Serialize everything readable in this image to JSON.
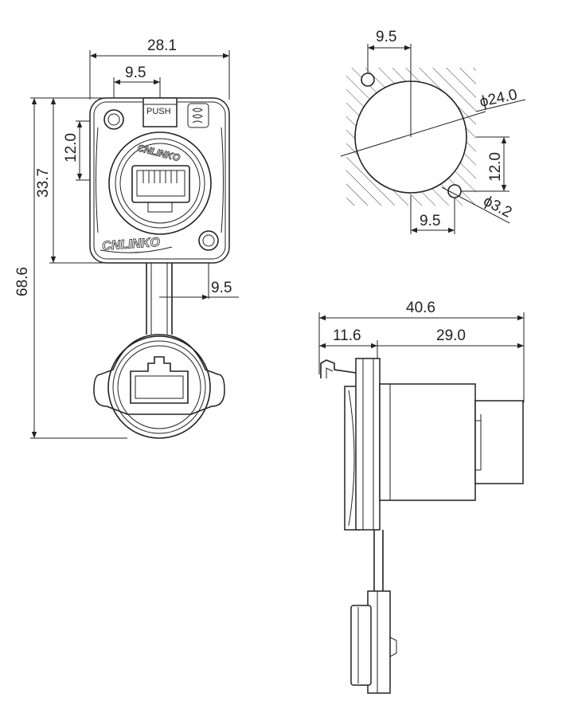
{
  "dimensions": {
    "front": {
      "width_total": "28.1",
      "hole_spacing_top": "9.5",
      "vertical_offset": "12.0",
      "flange_height": "33.7",
      "total_height": "68.6",
      "hole_spacing_bottom": "9.5"
    },
    "cutout": {
      "hole_offset_top": "9.5",
      "main_diameter": "ϕ24.0",
      "vertical_offset": "12.0",
      "small_diameter": "ϕ3.2",
      "hole_offset_bottom": "9.5"
    },
    "side": {
      "total_length": "40.6",
      "front_part": "11.6",
      "rear_part": "29.0"
    }
  },
  "labels": {
    "push": "PUSH",
    "brand_top": "CNLINKO",
    "brand_bottom": "CNLINKO"
  }
}
